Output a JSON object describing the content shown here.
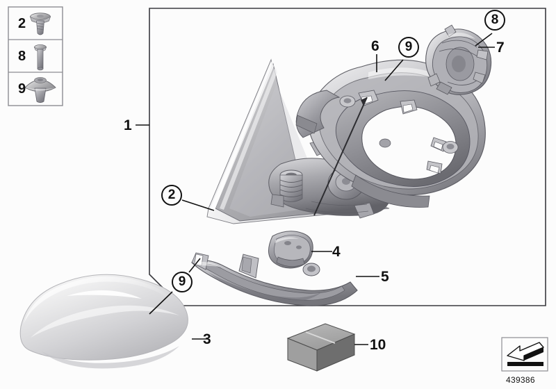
{
  "diagram": {
    "id_number": "439386",
    "background_color": "#fcfcfc",
    "line_color": "#3a3a3e",
    "label_color": "#111111"
  },
  "legend": {
    "name": "fastener-legend",
    "rows": [
      {
        "number": "2",
        "icon": "flat-head-screw-icon"
      },
      {
        "number": "8",
        "icon": "pin-rivet-icon"
      },
      {
        "number": "9",
        "icon": "expanding-clip-rivet-icon"
      }
    ]
  },
  "callouts": [
    {
      "id": "1",
      "number": "1",
      "style": "plain",
      "target": "assembly-group-boundary"
    },
    {
      "id": "2",
      "number": "2",
      "style": "circled",
      "target": "mirror-base-screw"
    },
    {
      "id": "3",
      "number": "3",
      "style": "plain",
      "target": "mirror-cover-cap"
    },
    {
      "id": "4",
      "number": "4",
      "style": "plain",
      "target": "lower-filler-piece"
    },
    {
      "id": "5",
      "number": "5",
      "style": "plain",
      "target": "lower-trim-frame"
    },
    {
      "id": "6",
      "number": "6",
      "style": "plain",
      "target": "mirror-housing-carrier"
    },
    {
      "id": "7",
      "number": "7",
      "style": "plain",
      "target": "mirror-adjustment-motor"
    },
    {
      "id": "8",
      "number": "8",
      "style": "circled",
      "target": "motor-mounting-pin"
    },
    {
      "id": "9a",
      "number": "9",
      "style": "circled",
      "target": "carrier-clip-rivet"
    },
    {
      "id": "9b",
      "number": "9",
      "style": "circled",
      "target": "trim-clip-rivet"
    },
    {
      "id": "10",
      "number": "10",
      "style": "plain",
      "target": "repair-kit-box"
    }
  ],
  "parts": {
    "sail_panel": "mirror-base-sail-panel",
    "mirror_mechanism": "mirror-adjust-mechanism",
    "carrier": "mirror-housing-carrier",
    "motor": "mirror-adjustment-motor",
    "cover_cap": "mirror-cover-cap",
    "filler": "lower-filler-piece",
    "trim_frame": "lower-trim-frame",
    "kit_box": "repair-kit-box"
  },
  "orientation_icon": {
    "name": "direction-arrow-icon",
    "label": "439386"
  }
}
